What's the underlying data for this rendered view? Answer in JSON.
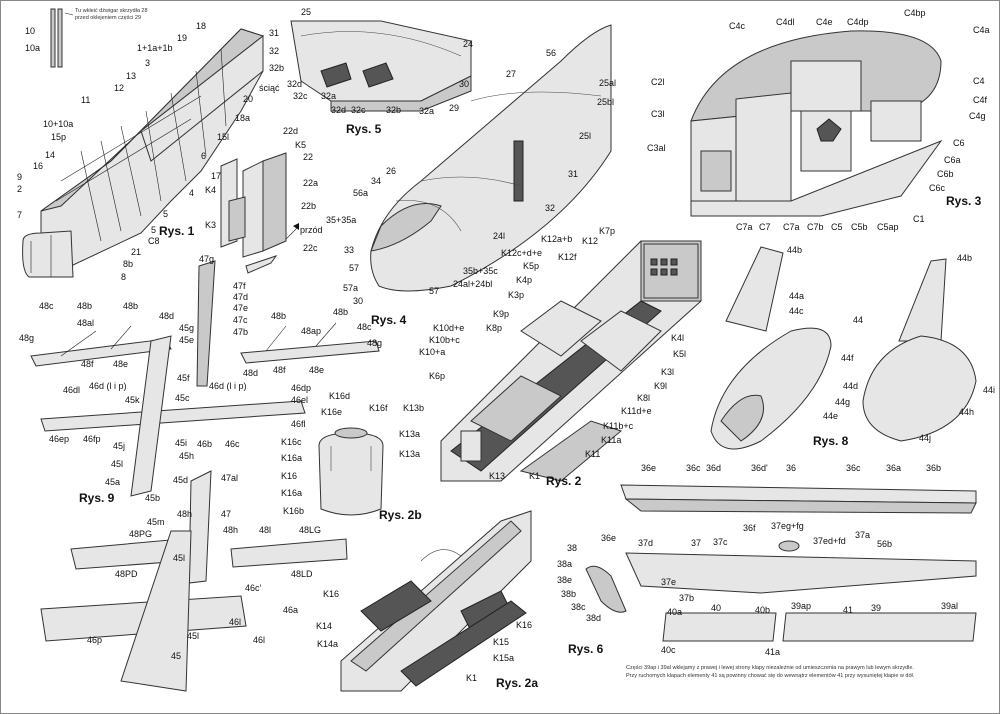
{
  "captions": {
    "rys1": "Rys. 1",
    "rys2": "Rys. 2",
    "rys2a": "Rys. 2a",
    "rys2b": "Rys. 2b",
    "rys3": "Rys. 3",
    "rys4": "Rys. 4",
    "rys5": "Rys. 5",
    "rys6": "Rys. 6",
    "rys8": "Rys. 8",
    "rys9": "Rys. 9"
  },
  "notes": {
    "top_line1": "Tu wkleić dźwigar skrzydła 28",
    "top_line2": "przed oklejeniem części 29",
    "bottom_line1": "Części 39ap i 39al wklejamy z prawej i lewej strony klapy niezależnie od umieszczenia na prawym lub lewym skrzydle.",
    "bottom_line2": "Przy ruchomych klapach elementy 41 są powinny chować się do wewnątrz elementów 41 przy wysuniętej klapie w dół.",
    "przod": "przód",
    "sciac": "ściąć"
  },
  "rys1_labels": [
    "10",
    "10a",
    "18",
    "19",
    "1+1a+1b",
    "3",
    "13",
    "12",
    "11",
    "10+10a",
    "15p",
    "14",
    "16",
    "2",
    "9",
    "7",
    "17",
    "4",
    "5",
    "6",
    "15l",
    "20",
    "18a",
    "21",
    "8b",
    "8",
    "C8",
    "5"
  ],
  "rys5_labels": [
    "25",
    "24",
    "31",
    "32",
    "32b",
    "32d",
    "32c",
    "32a",
    "32d",
    "32c",
    "32b",
    "32a",
    "30"
  ],
  "rys4_labels": [
    "56",
    "27",
    "25al",
    "25bl",
    "29",
    "25l",
    "31",
    "26",
    "34",
    "56a",
    "35+35a",
    "24l",
    "33",
    "57",
    "57a",
    "30",
    "57",
    "35b+35c",
    "24al+24bl",
    "32"
  ],
  "rys_small_labels": [
    "22d",
    "K5",
    "22",
    "K4",
    "22a",
    "22b",
    "K3",
    "22c"
  ],
  "rys3_labels": [
    "C4c",
    "C4dl",
    "C4e",
    "C4dp",
    "C4bp",
    "C4a",
    "C2l",
    "C4",
    "C4f",
    "C4g",
    "C3l",
    "C6",
    "C6a",
    "C6b",
    "C6c",
    "C3al",
    "C1",
    "C7a",
    "C7",
    "C7a",
    "C7b",
    "C5",
    "C5b",
    "C5ap"
  ],
  "rys2_labels": [
    "K12a+b",
    "K7p",
    "K12c+d+e",
    "K12",
    "K5p",
    "K12f",
    "K4p",
    "K3p",
    "K9p",
    "K8p",
    "K10d+e",
    "K10b+c",
    "K10+a",
    "K6p",
    "K13b",
    "K13a",
    "K13a",
    "K13",
    "K1",
    "K11",
    "K11a",
    "K11b+c",
    "K11d+e",
    "K8l",
    "K9l",
    "K3l",
    "K5l",
    "K4l"
  ],
  "rys2b_labels": [
    "K16d",
    "K16e",
    "K16f",
    "K16c",
    "K16a",
    "K16",
    "K16a",
    "K16b"
  ],
  "rys2a_labels": [
    "K16",
    "K14",
    "K14a",
    "K16",
    "K15",
    "K15a",
    "K1"
  ],
  "rys8_labels": [
    "44b",
    "44a",
    "44c",
    "44f",
    "44d",
    "44g",
    "44e",
    "44",
    "44b",
    "44i",
    "44h",
    "44j"
  ],
  "rys9_labels": [
    "47g",
    "47f",
    "47d",
    "47e",
    "47c",
    "47b",
    "48c",
    "48b",
    "48al",
    "48b",
    "48d",
    "48g",
    "48f",
    "48e",
    "45g",
    "45e",
    "45f",
    "45c",
    "45k",
    "46dl",
    "46d (l i p)",
    "46d (l i p)",
    "46dp",
    "46el",
    "46fl",
    "46ep",
    "46fp",
    "45j",
    "45i",
    "45h",
    "45l",
    "45a",
    "45d",
    "45b",
    "46b",
    "46c",
    "48b",
    "48ap",
    "48b",
    "48c",
    "48g",
    "48d",
    "48f",
    "48e"
  ],
  "rys6_labels": [
    "36e",
    "36c",
    "36d",
    "36d'",
    "36",
    "36c",
    "36a",
    "36b",
    "36f",
    "37eg+fg",
    "37ed+fd",
    "37d",
    "37",
    "37c",
    "37a",
    "56b",
    "38",
    "38a",
    "36e",
    "38e",
    "38b",
    "38c",
    "38d",
    "37b",
    "37e",
    "40a",
    "40",
    "40b",
    "39ap",
    "41",
    "39",
    "39al",
    "40c",
    "41a"
  ],
  "rys_tail_labels": [
    "47al",
    "45m",
    "48h",
    "48PG",
    "48PD",
    "48h",
    "47",
    "48l",
    "48LG",
    "48LD",
    "45l",
    "46c'",
    "46a",
    "46p",
    "45",
    "46l",
    "45l",
    "46l"
  ]
}
